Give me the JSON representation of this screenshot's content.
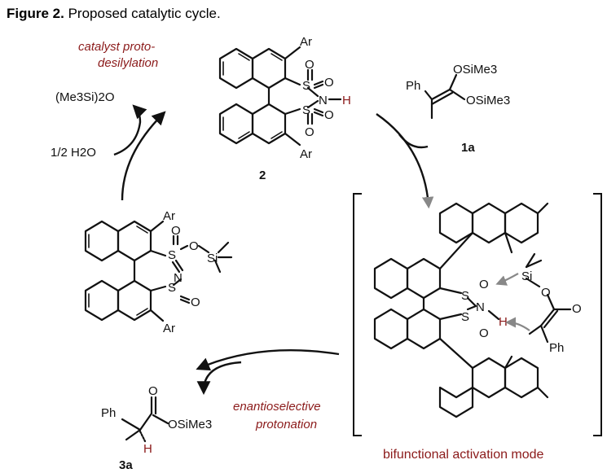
{
  "figure": {
    "label": "Figure 2.",
    "title": " Proposed catalytic cycle."
  },
  "steps": {
    "protodesilylation_line1": "catalyst proto-",
    "protodesilylation_line2": "desilylation",
    "protonation_line1": "enantioselective",
    "protonation_line2": "protonation"
  },
  "reagents": {
    "siloxane": "(Me3Si)2O",
    "water": "1/2 H2O"
  },
  "compounds": {
    "catalyst": "2",
    "substrate": "1a",
    "product": "3a"
  },
  "atoms": {
    "Ar": "Ar",
    "S": "S",
    "O": "O",
    "N": "N",
    "H": "H",
    "Si": "Si",
    "Ph": "Ph",
    "OSiMe3": "OSiMe3"
  },
  "activation_caption": "bifunctional activation mode",
  "colors": {
    "accent": "#8b1a1a",
    "grey_arrow": "#888888",
    "ink": "#111111"
  }
}
